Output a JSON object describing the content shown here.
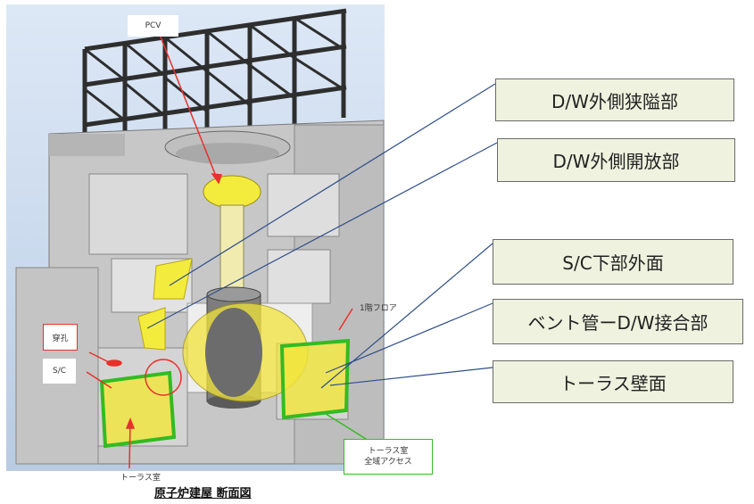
{
  "labels": {
    "pcv": "PCV",
    "penetration": "穿孔",
    "sc": "S/C",
    "floor1": "1階フロア",
    "torus_room": "トーラス室",
    "torus_full_line1": "トーラス室",
    "torus_full_line2": "全域アクセス"
  },
  "callouts": [
    "D/W外側狭隘部",
    "D/W外側開放部",
    "S/C下部外面",
    "ベント管ーD/W接合部",
    "トーラス壁面"
  ],
  "caption": "原子炉建屋 断面図",
  "colors": {
    "building": "#c9c9c9",
    "frame": "#3a3a3a",
    "pcv_yellow": "#f4ec3c",
    "highlight_green": "#33bb22",
    "arrow_red": "#e8302a",
    "callout_fill": "#eef2de",
    "leader_line": "#2f4f8a"
  }
}
